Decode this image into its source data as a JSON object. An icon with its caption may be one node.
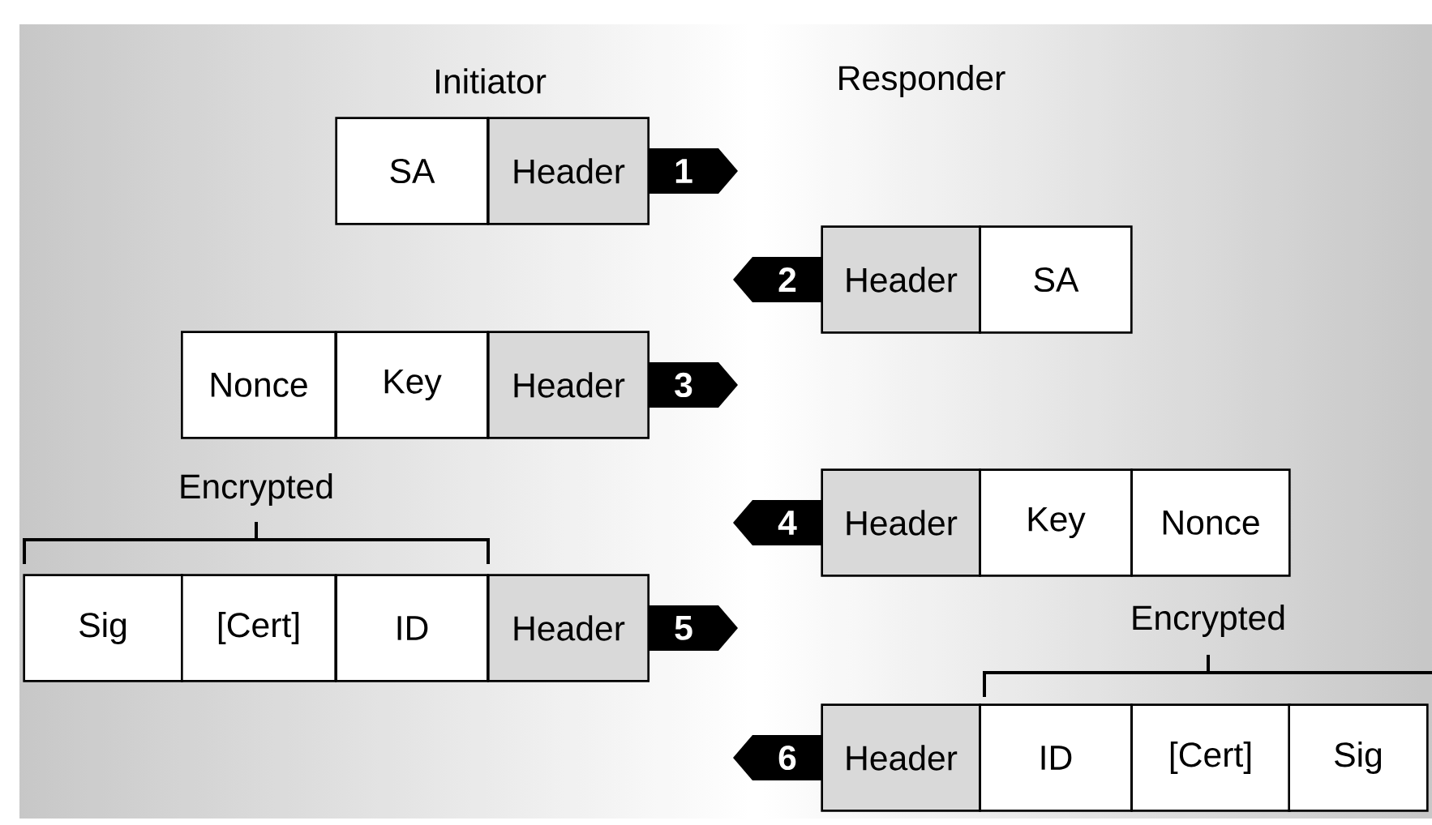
{
  "diagram": {
    "nodes": [
      {
        "text": [
          "SA"
        ]
      },
      {
        "text": [
          "Header"
        ]
      },
      {
        "text": [
          "1"
        ]
      },
      {
        "text": [
          "2"
        ]
      },
      {
        "text": [
          "Header"
        ]
      },
      {
        "text": [
          "SA"
        ]
      },
      {
        "text": [
          "Nonce"
        ]
      },
      {
        "text": [
          "Key"
        ]
      },
      {
        "text": [
          "Header"
        ]
      },
      {
        "text": [
          "3"
        ]
      },
      {
        "text": [
          "4"
        ]
      },
      {
        "text": [
          "Header"
        ]
      },
      {
        "text": [
          "Key"
        ]
      },
      {
        "text": [
          "Nonce"
        ]
      },
      {
        "text": [
          "Sig"
        ]
      },
      {
        "text": [
          "[Cert]"
        ]
      },
      {
        "text": [
          "ID"
        ]
      },
      {
        "text": [
          "Header"
        ]
      },
      {
        "text": [
          "5"
        ]
      },
      {
        "text": [
          "6"
        ]
      },
      {
        "text": [
          "Header"
        ]
      },
      {
        "text": [
          "ID"
        ]
      },
      {
        "text": [
          "[Cert]"
        ]
      },
      {
        "text": [
          "Sig"
        ]
      }
    ],
    "edges": [],
    "labels": [
      "Initiator",
      "Responder",
      "Encrypted",
      "Encrypted"
    ]
  }
}
